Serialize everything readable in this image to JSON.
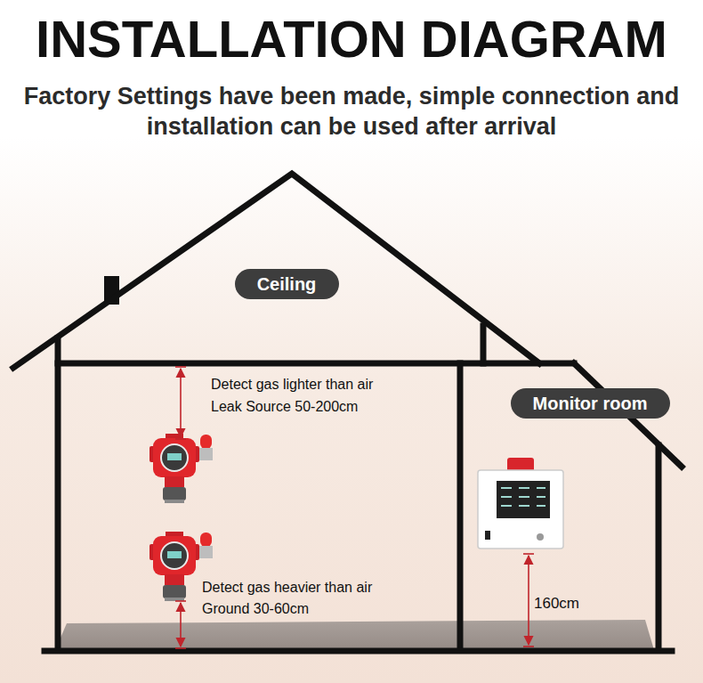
{
  "diagram": {
    "title": "INSTALLATION DIAGRAM",
    "nodes": [
      {
        "text": [
          "Ceiling"
        ]
      },
      {
        "text": [
          "Monitor room"
        ]
      }
    ],
    "labels": [
      "Factory Settings have been made, simple connection and installation can be used after arrival",
      "Detect gas lighter than air",
      "Leak Source 50-200cm",
      "Detect gas heavier than air",
      "Ground 30-60cm",
      "160cm"
    ]
  }
}
